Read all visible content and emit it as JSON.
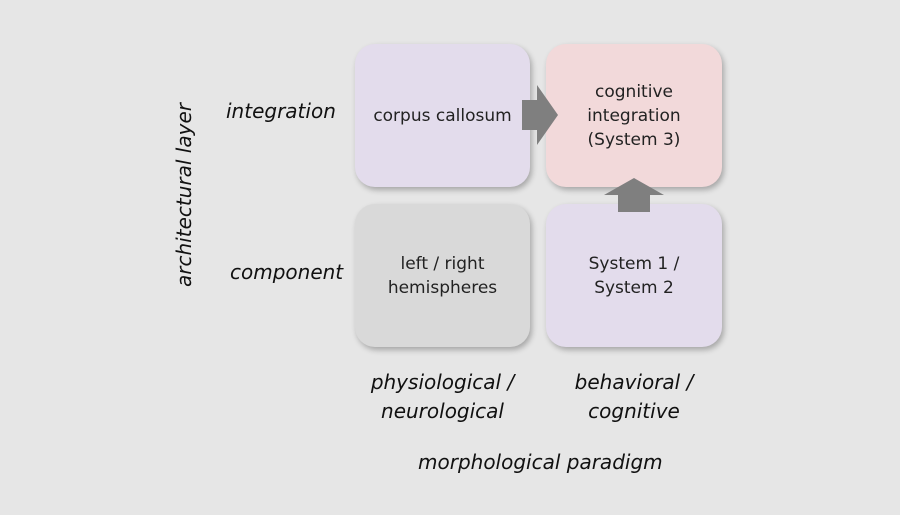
{
  "diagram": {
    "y_axis_label": "architectural layer",
    "x_axis_label": "morphological paradigm",
    "rows": {
      "integration": "integration",
      "component": "component"
    },
    "columns": {
      "physiological": "physiological /\nneurological",
      "behavioral": "behavioral /\ncognitive"
    },
    "boxes": {
      "corpus_callosum": "corpus callosum",
      "cognitive_integration": "cognitive\nintegration\n(System 3)",
      "hemispheres": "left / right\nhemispheres",
      "systems": "System 1 /\nSystem 2"
    },
    "colors": {
      "background": "#e6e6e6",
      "lavender_box": "#e3dcec",
      "pink_box": "#f2d9da",
      "gray_box": "#d9d9d9",
      "arrow": "#7f7f7f"
    }
  }
}
